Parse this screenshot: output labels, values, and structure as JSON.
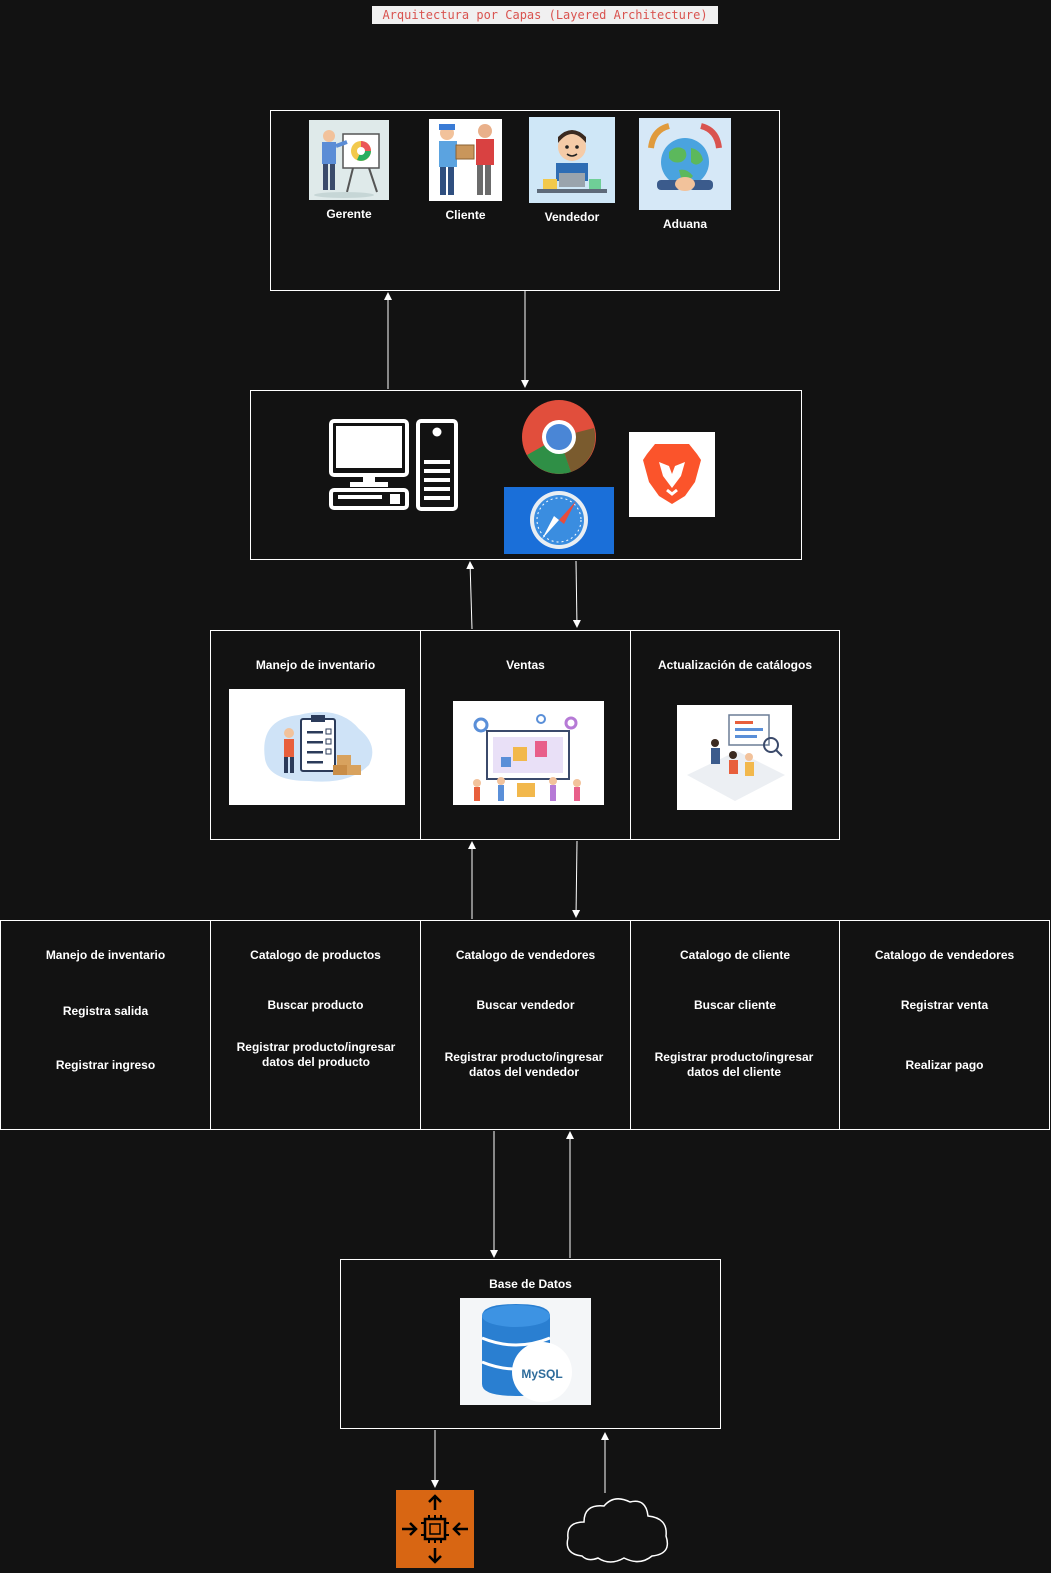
{
  "title": "Arquitectura por Capas (Layered Architecture)",
  "actors": [
    {
      "label": "Gerente",
      "icon": "presenter-chart-icon"
    },
    {
      "label": "Cliente",
      "icon": "delivery-handover-icon"
    },
    {
      "label": "Vendedor",
      "icon": "vendor-laptop-icon"
    },
    {
      "label": "Aduana",
      "icon": "globe-handshake-icon"
    }
  ],
  "client_layer": {
    "icons": [
      "desktop-computer-icon",
      "chrome-browser-icon",
      "safari-browser-icon",
      "brave-browser-icon"
    ]
  },
  "business_layer": {
    "modules": [
      {
        "title": "Manejo de inventario",
        "icon": "inventory-clipboard-icon"
      },
      {
        "title": "Ventas",
        "icon": "sales-shopping-icon"
      },
      {
        "title": "Actualización de catálogos",
        "icon": "catalog-update-icon"
      }
    ]
  },
  "service_layer": {
    "cells": [
      {
        "title": "Manejo de inventario",
        "items": [
          "Registra salida",
          "Registrar ingreso"
        ]
      },
      {
        "title": "Catalogo de productos",
        "items": [
          "Buscar producto",
          "Registrar producto/ingresar datos del producto"
        ]
      },
      {
        "title": "Catalogo de vendedores",
        "items": [
          "Buscar vendedor",
          "Registrar producto/ingresar datos del vendedor"
        ]
      },
      {
        "title": "Catalogo de cliente",
        "items": [
          "Buscar cliente",
          "Registrar producto/ingresar datos del cliente"
        ]
      },
      {
        "title": "Catalogo de vendedores",
        "items": [
          "Registrar venta",
          "Realizar pago"
        ]
      }
    ]
  },
  "data_layer": {
    "title": "Base de Datos",
    "icon": "mysql-database-icon",
    "logo_text": "MySQL"
  },
  "infrastructure": {
    "icons": [
      "processor-compute-icon",
      "cloud-icon"
    ]
  },
  "colors": {
    "background": "#121212",
    "title_text": "#d9534f",
    "orange": "#d86613",
    "border": "#ffffff"
  }
}
